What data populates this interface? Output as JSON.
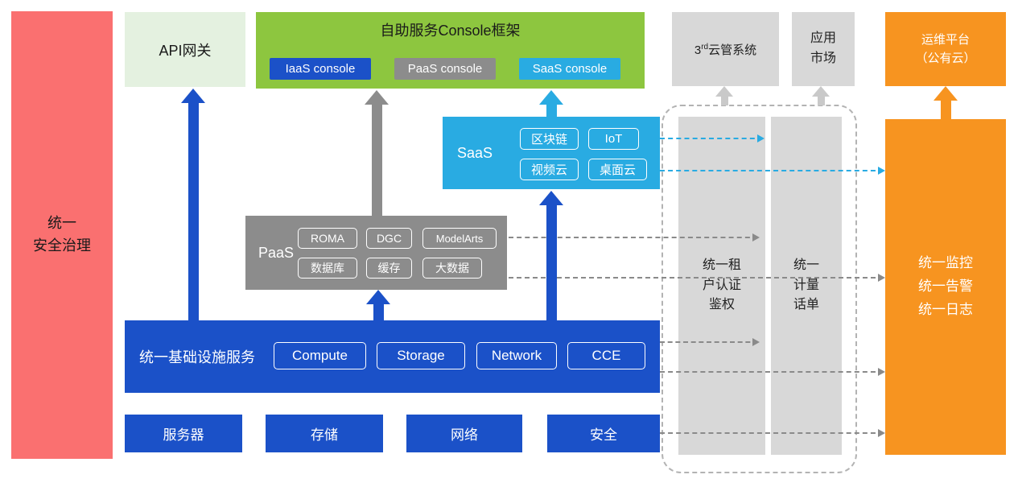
{
  "colors": {
    "red": "#fa7070",
    "light_green": "#e4f1e0",
    "green": "#8dc63f",
    "blue": "#1b51c8",
    "gray": "#8c8c8c",
    "light_gray": "#d8d8d8",
    "cyan": "#29abe2",
    "orange": "#f79420"
  },
  "security_bar": {
    "label": "统一\n安全治理"
  },
  "api_gateway": {
    "label": "API网关"
  },
  "console_frame": {
    "title": "自助服务Console框架",
    "iaas": "IaaS console",
    "paas": "PaaS console",
    "saas": "SaaS console"
  },
  "third_party": {
    "num": "3",
    "sup": "rd",
    "rest": "云管系统"
  },
  "app_market": {
    "label": "应用\n市场"
  },
  "om_platform": {
    "label": "运维平台\n（公有云）"
  },
  "saas": {
    "label": "SaaS",
    "items": [
      "区块链",
      "IoT",
      "视频云",
      "桌面云"
    ]
  },
  "paas": {
    "label": "PaaS",
    "items": [
      "ROMA",
      "DGC",
      "ModelArts",
      "数据库",
      "缓存",
      "大数据"
    ]
  },
  "infra": {
    "label": "统一基础设施服务",
    "items": [
      "Compute",
      "Storage",
      "Network",
      "CCE"
    ]
  },
  "resources": [
    "服务器",
    "存储",
    "网络",
    "安全"
  ],
  "auth_bar": {
    "label": "统一租\n户认证\n鉴权"
  },
  "metering_bar": {
    "label": "统一\n计量\n话单"
  },
  "monitor_bar": {
    "label": "统一监控\n统一告警\n统一日志"
  }
}
